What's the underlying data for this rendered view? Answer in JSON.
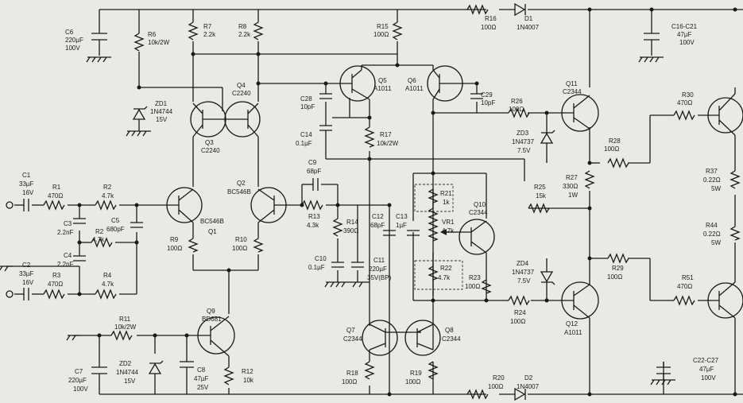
{
  "components": {
    "C6": {
      "ref": "C6",
      "value": "220µF",
      "rating": "100V"
    },
    "R6": {
      "ref": "R6",
      "value": "10k/2W"
    },
    "R7": {
      "ref": "R7",
      "value": "2.2k"
    },
    "R8": {
      "ref": "R8",
      "value": "2.2k"
    },
    "R15": {
      "ref": "R15",
      "value": "100Ω"
    },
    "R16": {
      "ref": "R16",
      "value": "100Ω"
    },
    "D1": {
      "ref": "D1",
      "value": "1N4007"
    },
    "C16": {
      "ref": "C16-C21",
      "value": "47µF",
      "rating": "100V"
    },
    "ZD1": {
      "ref": "ZD1",
      "value": "1N4744",
      "rating": "15V"
    },
    "Q3": {
      "ref": "Q3",
      "value": "C2240"
    },
    "Q4": {
      "ref": "Q4",
      "value": "C2240"
    },
    "Q5": {
      "ref": "Q5",
      "value": "A1011"
    },
    "Q6": {
      "ref": "Q6",
      "value": "A1011"
    },
    "C28": {
      "ref": "C28",
      "value": "10pF"
    },
    "C29": {
      "ref": "C29",
      "value": "10pF"
    },
    "R26": {
      "ref": "R26",
      "value": "100Ω"
    },
    "Q11": {
      "ref": "Q11",
      "value": "C2344"
    },
    "R30": {
      "ref": "R30",
      "value": "470Ω"
    },
    "C14": {
      "ref": "C14",
      "value": "0.1µF"
    },
    "R17": {
      "ref": "R17",
      "value": "10k/2W"
    },
    "ZD3": {
      "ref": "ZD3",
      "value": "1N4737",
      "rating": "7.5V"
    },
    "R28": {
      "ref": "R28",
      "value": "100Ω"
    },
    "C1": {
      "ref": "C1",
      "value": "33µF",
      "rating": "16V"
    },
    "R1": {
      "ref": "R1",
      "value": "470Ω"
    },
    "R2": {
      "ref": "R2",
      "value": "4.7k"
    },
    "C9": {
      "ref": "C9",
      "value": "68pF"
    },
    "R37": {
      "ref": "R37",
      "value": "0.22Ω",
      "rating": "5W"
    },
    "R27": {
      "ref": "R27",
      "value": "330Ω",
      "rating": "1W"
    },
    "R25": {
      "ref": "R25",
      "value": "15k"
    },
    "R21": {
      "ref": "R21",
      "value": "1k"
    },
    "Q10": {
      "ref": "Q10",
      "value": "C2344"
    },
    "Q1": {
      "ref": "Q1",
      "value": "BC546B"
    },
    "Q2": {
      "ref": "Q2",
      "value": "BC546B"
    },
    "C3": {
      "ref": "C3",
      "value": "2.2nF"
    },
    "C5": {
      "ref": "C5",
      "value": "680pF"
    },
    "R5": {
      "ref": "R2",
      "value": "4.7k"
    },
    "R13": {
      "ref": "R13",
      "value": "4.3k"
    },
    "R14": {
      "ref": "R14",
      "value": "390Ω"
    },
    "C12": {
      "ref": "C12",
      "value": "68pF"
    },
    "C13": {
      "ref": "C13",
      "value": "1µF"
    },
    "VR1": {
      "ref": "VR1",
      "value": "4.7k"
    },
    "R44": {
      "ref": "R44",
      "value": "0.22Ω",
      "rating": "5W"
    },
    "C4": {
      "ref": "C4",
      "value": "2.2nF"
    },
    "R9": {
      "ref": "R9",
      "value": "100Ω"
    },
    "R10": {
      "ref": "R10",
      "value": "100Ω"
    },
    "C2": {
      "ref": "C2",
      "value": "33µF",
      "rating": "16V"
    },
    "R3": {
      "ref": "R3",
      "value": "470Ω"
    },
    "R4": {
      "ref": "R4",
      "value": "4.7k"
    },
    "C10": {
      "ref": "C10",
      "value": "0.1µF"
    },
    "C11": {
      "ref": "C11",
      "value": "220µF",
      "rating": "35V(BP)"
    },
    "R22": {
      "ref": "R22",
      "value": "4.7k"
    },
    "R23": {
      "ref": "R23",
      "value": "100Ω"
    },
    "ZD4": {
      "ref": "ZD4",
      "value": "1N4737",
      "rating": "7.5V"
    },
    "R29": {
      "ref": "R29",
      "value": "100Ω"
    },
    "R51": {
      "ref": "R51",
      "value": "470Ω"
    },
    "R24": {
      "ref": "R24",
      "value": "100Ω"
    },
    "Q12": {
      "ref": "Q12",
      "value": "A1011"
    },
    "R11": {
      "ref": "R11",
      "value": "10k/2W"
    },
    "Q9": {
      "ref": "Q9",
      "value": "BD681"
    },
    "Q7": {
      "ref": "Q7",
      "value": "C2344"
    },
    "Q8": {
      "ref": "Q8",
      "value": "C2344"
    },
    "C7": {
      "ref": "C7",
      "value": "220µF",
      "rating": "100V"
    },
    "ZD2": {
      "ref": "ZD2",
      "value": "1N4744",
      "rating": "15V"
    },
    "C8": {
      "ref": "C8",
      "value": "47µF",
      "rating": "25V"
    },
    "R12": {
      "ref": "R12",
      "value": "10k"
    },
    "R18": {
      "ref": "R18",
      "value": "100Ω"
    },
    "R19": {
      "ref": "R19",
      "value": "100Ω"
    },
    "R20": {
      "ref": "R20",
      "value": "100Ω"
    },
    "D2": {
      "ref": "D2",
      "value": "1N4007"
    },
    "C22": {
      "ref": "C22-C27",
      "value": "47µF",
      "rating": "100V"
    }
  },
  "colors": {
    "ink": "#1a1a1a",
    "paper": "#e9e9e6"
  }
}
